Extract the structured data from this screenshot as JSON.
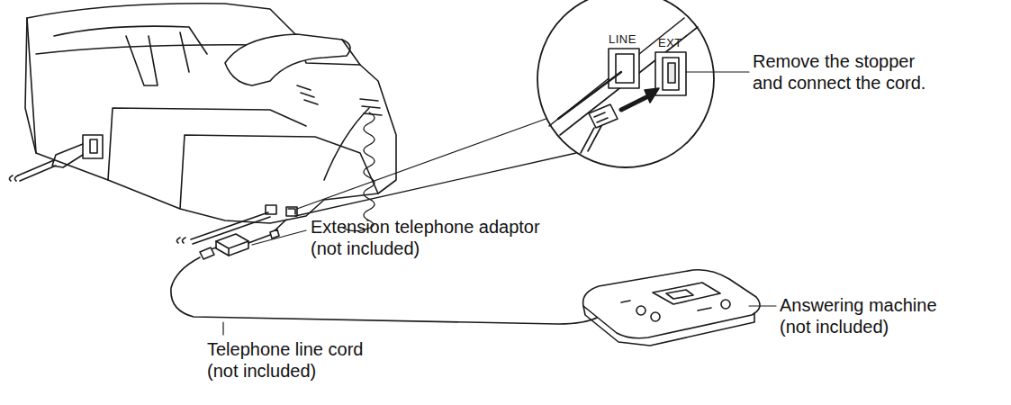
{
  "diagram": {
    "labels": [
      "LINE",
      "EXT",
      "Remove the stopper and connect the cord.",
      "Extension telephone adaptor (not included)",
      "Answering machine (not included)",
      "Telephone line cord (not included)"
    ]
  }
}
